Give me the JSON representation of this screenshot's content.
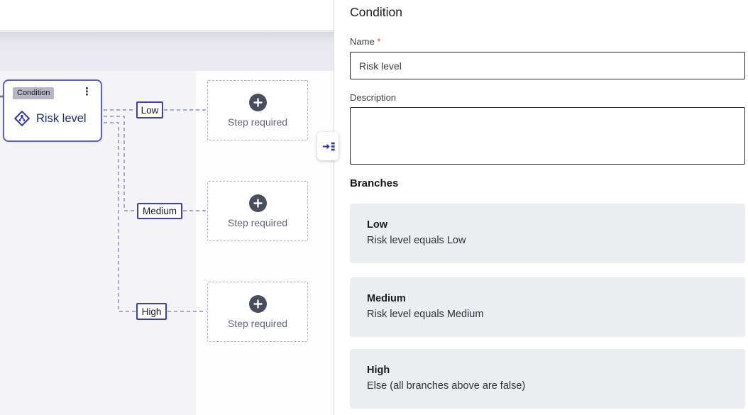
{
  "colors": {
    "accent_indigo": "#3a41b5",
    "node_border": "#5a60c0",
    "edge_dash": "#a2a7d8",
    "node_title_text": "#1d2c6e",
    "required_marker": "#dd4b39",
    "branch_card_bg": "#ebedf1",
    "step_circle": "#4a4d60",
    "canvas_bg": "#f4f4f7"
  },
  "icons": {
    "kebab": "⋮"
  },
  "canvas": {
    "node": {
      "type_label": "Condition",
      "title": "Risk level"
    },
    "edge_labels": [
      {
        "text": "Low"
      },
      {
        "text": "Medium"
      },
      {
        "text": "High"
      }
    ],
    "step_placeholders": [
      {
        "label": "Step required"
      },
      {
        "label": "Step required"
      },
      {
        "label": "Step required"
      }
    ]
  },
  "panel": {
    "title": "Condition",
    "name_field": {
      "label": "Name",
      "required_marker": "*",
      "value": "Risk level"
    },
    "description_field": {
      "label": "Description",
      "value": ""
    },
    "branches_heading": "Branches",
    "branches": [
      {
        "title": "Low",
        "condition": "Risk level equals Low"
      },
      {
        "title": "Medium",
        "condition": "Risk level equals Medium"
      },
      {
        "title": "High",
        "condition": "Else (all branches above are false)"
      }
    ]
  }
}
